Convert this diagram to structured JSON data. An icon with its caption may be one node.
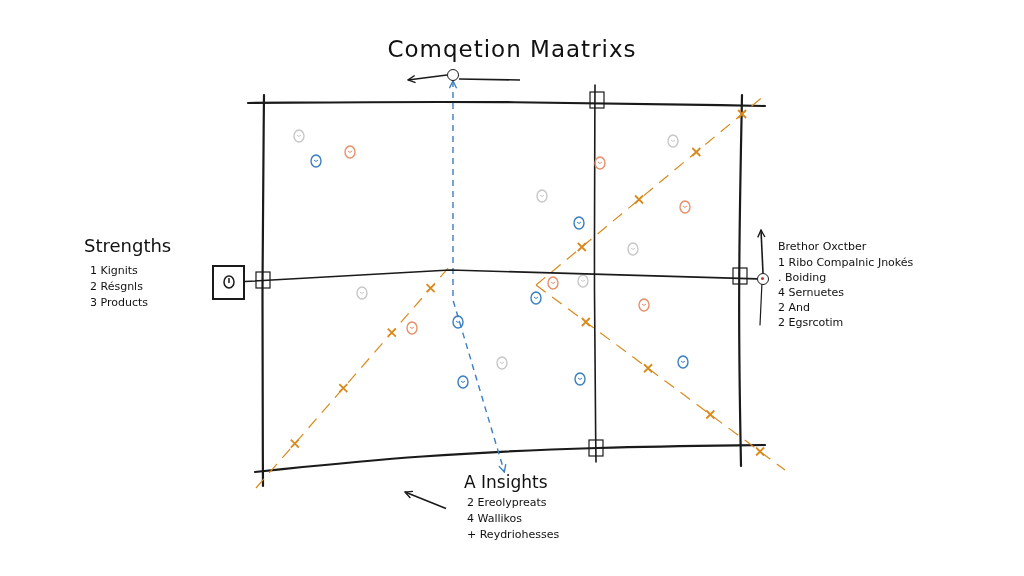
{
  "diagram": {
    "title": "Comqetion Maatrixs",
    "nodes": [
      {
        "text": [],
        "shape": "circle"
      },
      {
        "text": [],
        "shape": "box"
      },
      {
        "text": [],
        "shape": "circle"
      },
      {
        "text": [
          "A Insights",
          "2 Ereolypreats",
          "4 Wallikos",
          "+ Reydriohesses"
        ]
      }
    ],
    "edges": [
      {
        "from": 0,
        "to": 3,
        "arrow": "both",
        "style": "dashed",
        "color": "#3a7fc0"
      },
      {
        "from": 0,
        "to": null,
        "arrow": "to"
      },
      {
        "from": 1,
        "to": 2,
        "arrow": "none"
      },
      {
        "from": 2,
        "to": null,
        "arrow": "to"
      },
      {
        "from": 3,
        "to": null,
        "arrow": "to"
      }
    ],
    "labels": [
      "Strengths",
      "1 Kignits",
      "2 Résgnls",
      "3 Products",
      "Brethor Oxctber",
      "1 Ribo Compalnic Jnokés",
      ". Boiding",
      "4 Sernuetes",
      "2 And",
      "2 Egsrcotim"
    ]
  }
}
